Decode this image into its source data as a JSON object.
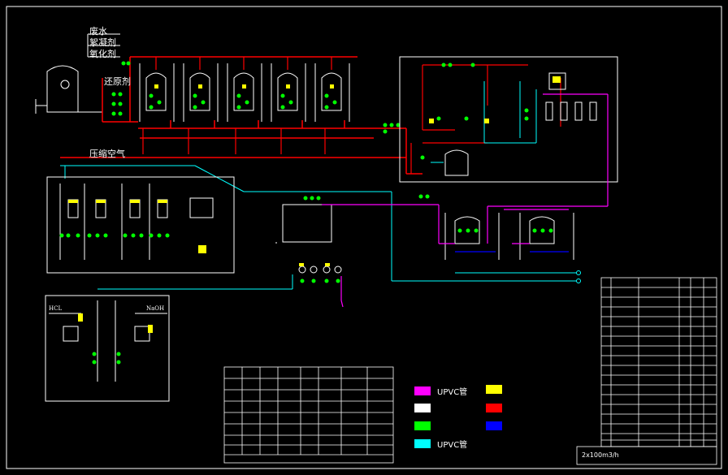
{
  "labels": {
    "wastewater": "废水",
    "flocculant": "絮凝剂",
    "oxidant": "氧化剂",
    "reductant": "还原剂",
    "compressed_air": "压缩空气",
    "upvc_a": "UPVC管",
    "upvc_b": "UPVC管",
    "capacity_title": "2x100m3/h",
    "hcl_tag": "HCL",
    "naoh_tag": "NaOH"
  },
  "legend": {
    "items": [
      {
        "key": "upvc_magenta",
        "color": "#ff00ff",
        "text_ref": "upvc_a"
      },
      {
        "key": "white_line",
        "color": "#ffffff",
        "text_ref": null
      },
      {
        "key": "green_valve",
        "color": "#00ff00",
        "text_ref": null
      },
      {
        "key": "upvc_cyan",
        "color": "#00ffff",
        "text_ref": "upvc_b"
      },
      {
        "key": "yellow_equipment",
        "color": "#ffff00",
        "text_ref": null
      },
      {
        "key": "red_pipe",
        "color": "#ff0000",
        "text_ref": null
      },
      {
        "key": "blue_pipe",
        "color": "#0000ff",
        "text_ref": null
      }
    ]
  },
  "colors": {
    "background": "#000000",
    "frame": "#ffffff",
    "red_pipe": "#ff0000",
    "magenta_pipe": "#ff00ff",
    "cyan_pipe": "#00ffff",
    "green_valve": "#00ff00",
    "yellow_equipment": "#ffff00",
    "blue_pipe": "#0000ff"
  }
}
